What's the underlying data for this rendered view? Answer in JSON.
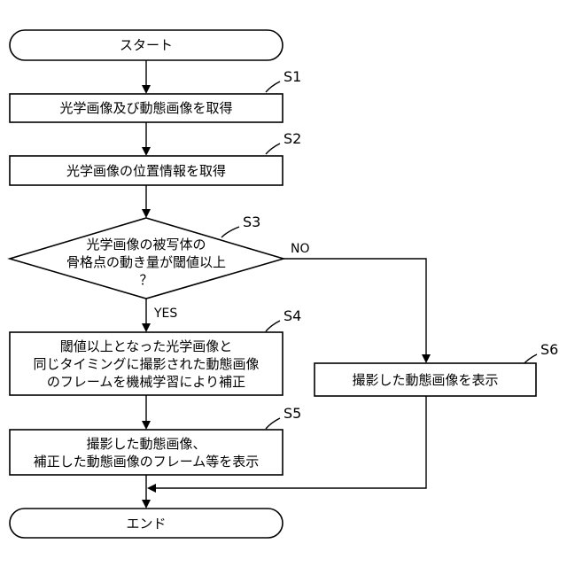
{
  "flowchart": {
    "start": "スタート",
    "end": "エンド",
    "steps": {
      "s1": {
        "id": "S1",
        "lines": [
          "光学画像及び動態画像を取得"
        ]
      },
      "s2": {
        "id": "S2",
        "lines": [
          "光学画像の位置情報を取得"
        ]
      },
      "s3": {
        "id": "S3",
        "lines": [
          "光学画像の被写体の",
          "骨格点の動き量が閾値以上",
          "？"
        ]
      },
      "s4": {
        "id": "S4",
        "lines": [
          "閾値以上となった光学画像と",
          "同じタイミングに撮影された動態画像",
          "のフレームを機械学習により補正"
        ]
      },
      "s5": {
        "id": "S5",
        "lines": [
          "撮影した動態画像、",
          "補正した動態画像のフレーム等を表示"
        ]
      },
      "s6": {
        "id": "S6",
        "lines": [
          "撮影した動態画像を表示"
        ]
      }
    },
    "branches": {
      "yes": "YES",
      "no": "NO"
    }
  }
}
